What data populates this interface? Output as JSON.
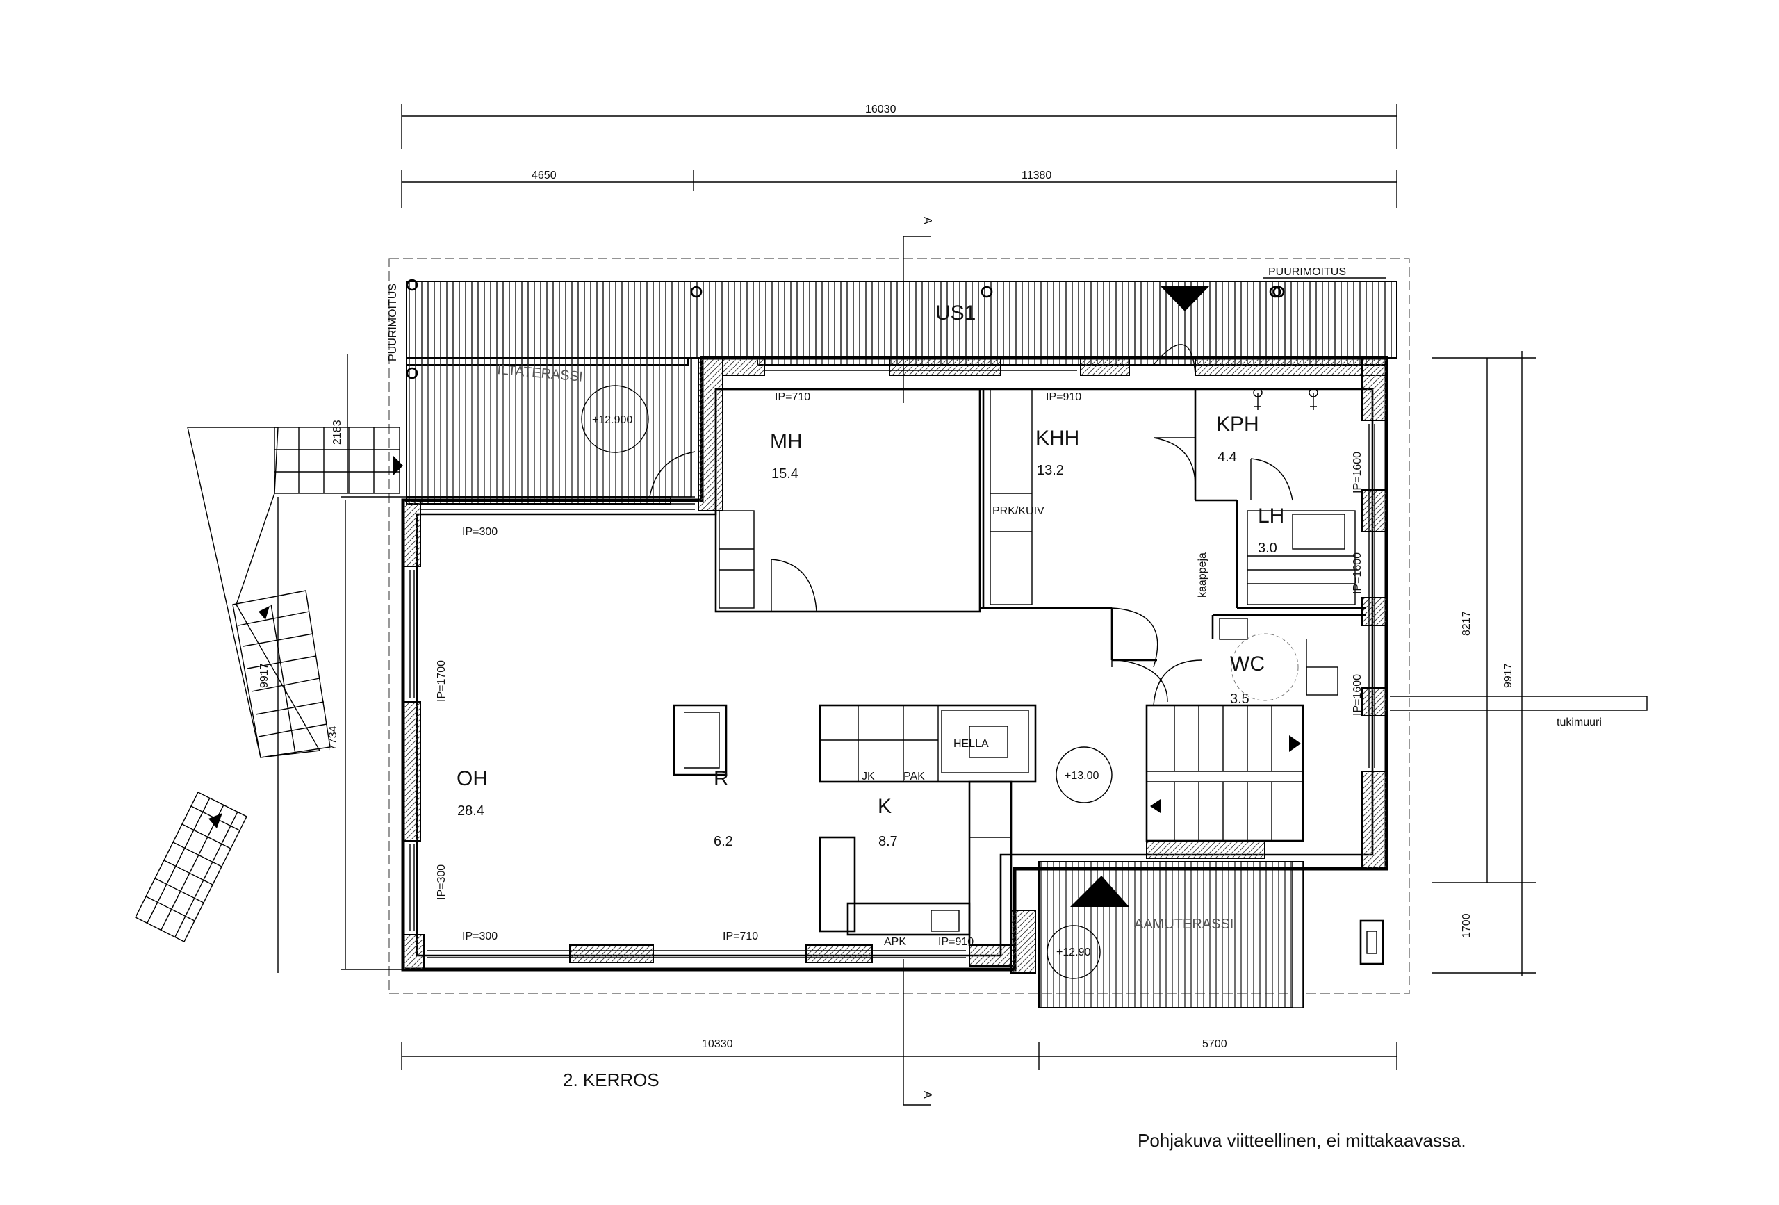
{
  "drawing": {
    "floor_label": "2. KERROS",
    "disclaimer": "Pohjakuva viitteellinen, ei mittakaavassa.",
    "unit_label": "US1",
    "section_marker": "A"
  },
  "rooms": [
    {
      "code": "OH",
      "area": "28.4"
    },
    {
      "code": "R",
      "area": "6.2"
    },
    {
      "code": "K",
      "area": "8.7"
    },
    {
      "code": "MH",
      "area": "15.4"
    },
    {
      "code": "KHH",
      "area": "13.2"
    },
    {
      "code": "KPH",
      "area": "4.4"
    },
    {
      "code": "LH",
      "area": "3.0"
    },
    {
      "code": "WC",
      "area": "3.5"
    }
  ],
  "terraces": {
    "evening": "ILTATERASSI",
    "morning": "AAMUTERASSI",
    "evening_level": "+12.900",
    "morning_level": "+12.90",
    "floor_level": "+13.00",
    "timber_cladding": "PUURIMOITUS",
    "support_wall": "tukimuuri",
    "cabinets": "kaappeja"
  },
  "dimensions": {
    "top_total": "16030",
    "top_left": "4650",
    "top_right": "11380",
    "bottom_left": "10330",
    "bottom_right": "5700",
    "left_upper": "2183",
    "left_main": "7734",
    "left_stair": "9917",
    "right_upper": "8217",
    "right_total": "9917",
    "right_lower": "1700"
  },
  "window_marks": {
    "ip300": "IP=300",
    "ip1700": "IP=1700",
    "ip710": "IP=710",
    "ip910": "IP=910",
    "ip1600": "IP=1600"
  },
  "fixtures": {
    "prk_kuiv": "PRK/KUIV",
    "jk": "JK",
    "pak": "PAK",
    "apk": "APK",
    "hella": "HELLA"
  }
}
